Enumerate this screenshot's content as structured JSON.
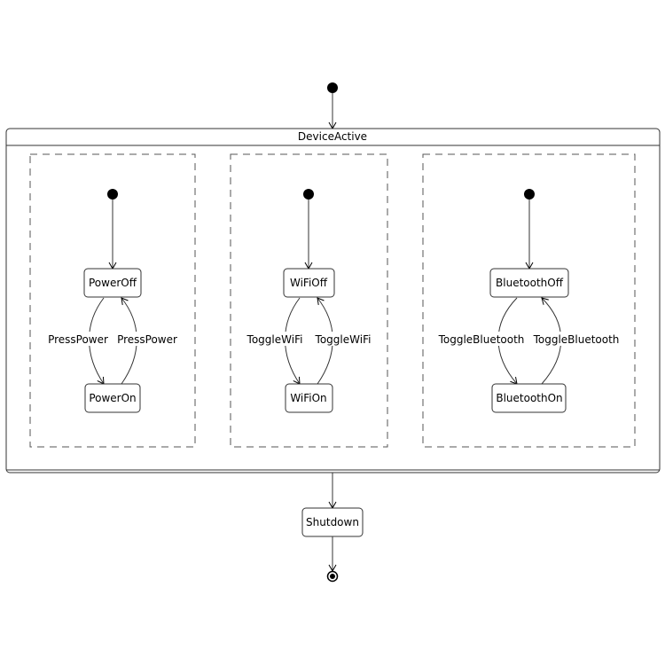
{
  "composite": {
    "title": "DeviceActive"
  },
  "regions": [
    {
      "off": "PowerOff",
      "on": "PowerOn",
      "to_on": "PressPower",
      "to_off": "PressPower"
    },
    {
      "off": "WiFiOff",
      "on": "WiFiOn",
      "to_on": "ToggleWiFi",
      "to_off": "ToggleWiFi"
    },
    {
      "off": "BluetoothOff",
      "on": "BluetoothOn",
      "to_on": "ToggleBluetooth",
      "to_off": "ToggleBluetooth"
    }
  ],
  "shutdown": "Shutdown"
}
